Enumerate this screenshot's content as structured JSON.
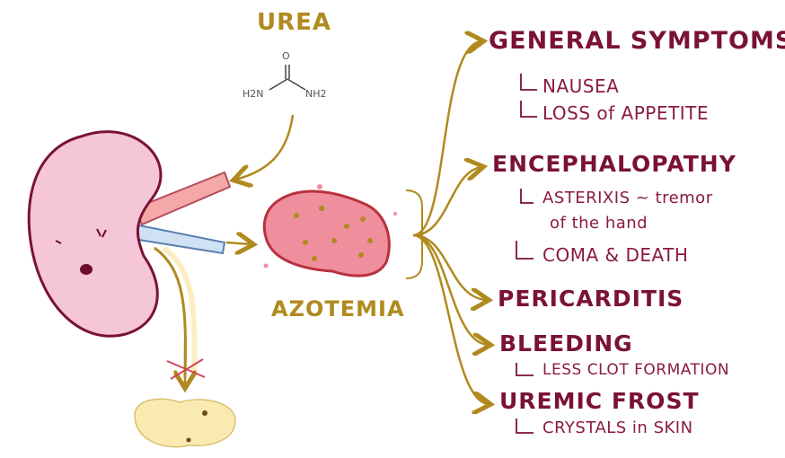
{
  "urea": {
    "title": "UREA",
    "formula": {
      "o": "O",
      "left": "H2N",
      "right": "NH2"
    }
  },
  "azotemia": "AZOTEMIA",
  "effects": [
    {
      "title": "GENERAL SYMPTOMS",
      "items": [
        "NAUSEA",
        "LOSS of APPETITE"
      ]
    },
    {
      "title": "ENCEPHALOPATHY",
      "items": [
        "ASTERIXIS ~ tremor",
        "of the hand",
        "COMA & DEATH"
      ]
    },
    {
      "title": "PERICARDITIS",
      "items": []
    },
    {
      "title": "BLEEDING",
      "items": [
        "LESS CLOT FORMATION"
      ]
    },
    {
      "title": "UREMIC FROST",
      "items": [
        "CRYSTALS in SKIN"
      ]
    }
  ],
  "colors": {
    "gold": "#b08a1e",
    "maroon": "#7a1236",
    "kidney": "#f4c6d8",
    "azotemia_blob": "#ef8e9c",
    "urine": "#fbeab0"
  }
}
